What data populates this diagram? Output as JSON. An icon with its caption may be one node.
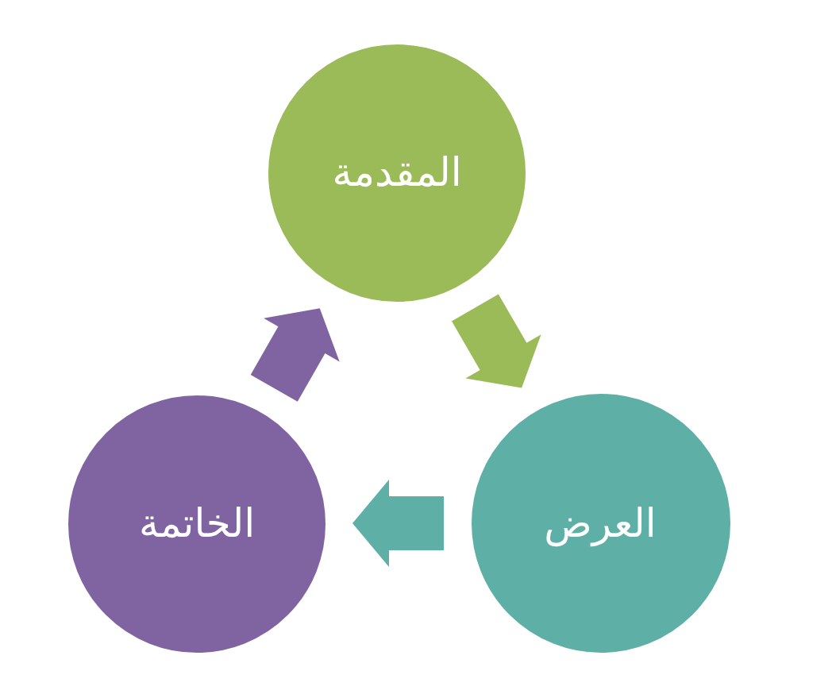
{
  "diagram": {
    "nodes": [
      {
        "text": [
          "المقدمة"
        ]
      },
      {
        "text": [
          "العرض"
        ]
      },
      {
        "text": [
          "الخاتمة"
        ]
      }
    ],
    "edges": [
      {
        "from": 0,
        "to": 1,
        "arrow": "to",
        "color": "#9bbb59"
      },
      {
        "from": 1,
        "to": 2,
        "arrow": "to",
        "color": "#5eafa6"
      },
      {
        "from": 2,
        "to": 0,
        "arrow": "to",
        "color": "#8064a2"
      }
    ]
  }
}
